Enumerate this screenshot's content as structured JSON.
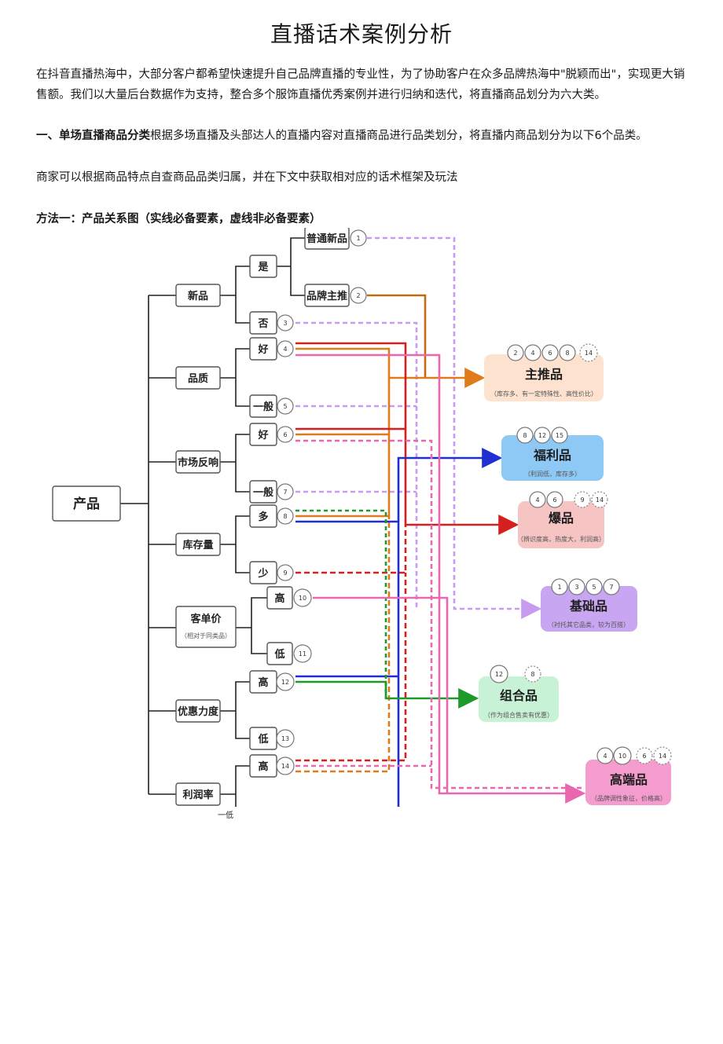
{
  "title": "直播话术案例分析",
  "intro": "在抖音直播热海中，大部分客户都希望快速提升自己品牌直播的专业性，为了协助客户在众多品牌热海中\"脱颖而出\"，实现更大销售额。我们以大量后台数据作为支持，整合多个服饰直播优秀案例并进行归纳和迭代，将直播商品划分为六大类。",
  "section1": {
    "heading": "一、单场直播商品分类",
    "text": "根据多场直播及头部达人的直播内容对直播商品进行品类划分，将直播内商品划分为以下6个品类。"
  },
  "note": "商家可以根据商品特点自查商品品类归属，并在下文中获取相对应的话术框架及玩法",
  "method_heading": "方法一：产品关系图（实线必备要素，虚线非必备要素）",
  "diagram": {
    "root": "产品",
    "level1": [
      "新品",
      "品质",
      "市场反响",
      "库存量",
      "客单价",
      "优惠力度",
      "利润率"
    ],
    "level1_sub": "（相对于同类品）",
    "newp_yes": "是",
    "newp_no": "否",
    "new_leaf1": "普通新品",
    "new_leaf2": "品牌主推",
    "good": "好",
    "normal": "一般",
    "many": "多",
    "few": "少",
    "high": "高",
    "low": "低",
    "low_cut": "一低",
    "nums": [
      "1",
      "2",
      "3",
      "4",
      "5",
      "6",
      "7",
      "8",
      "9",
      "10",
      "11",
      "12",
      "13",
      "14"
    ],
    "categories": [
      {
        "name": "主推品",
        "desc": "（库存多、有一定特殊性、高性价比）",
        "color": "#fde3cf",
        "tags": [
          "2",
          "4",
          "6",
          "8",
          "14"
        ]
      },
      {
        "name": "福利品",
        "desc": "（利润低，库存多）",
        "color": "#8ec8f5",
        "tags": [
          "8",
          "12",
          "15"
        ]
      },
      {
        "name": "爆品",
        "desc": "（辨识度高，热度大，利润高）",
        "color": "#f7c4c4",
        "tags": [
          "4",
          "6",
          "9",
          "14"
        ]
      },
      {
        "name": "基础品",
        "desc": "（衬托其它品类，较为百搭）",
        "color": "#c9a6f2",
        "tags": [
          "1",
          "3",
          "5",
          "7"
        ]
      },
      {
        "name": "组合品",
        "desc": "（作为组合售卖有优惠）",
        "color": "#c8f2d6",
        "tags": [
          "12",
          "8"
        ]
      },
      {
        "name": "高端品",
        "desc": "（品牌调性象征，价格高）",
        "color": "#f59ccf",
        "tags": [
          "4",
          "10",
          "6",
          "14"
        ]
      }
    ],
    "colors": {
      "orange": "#e07b1c",
      "red": "#d62020",
      "pink": "#e868b0",
      "blue": "#1f2fd0",
      "green": "#1e9a2a",
      "purple": "#c89af0",
      "darkorange": "#c26a12"
    }
  }
}
